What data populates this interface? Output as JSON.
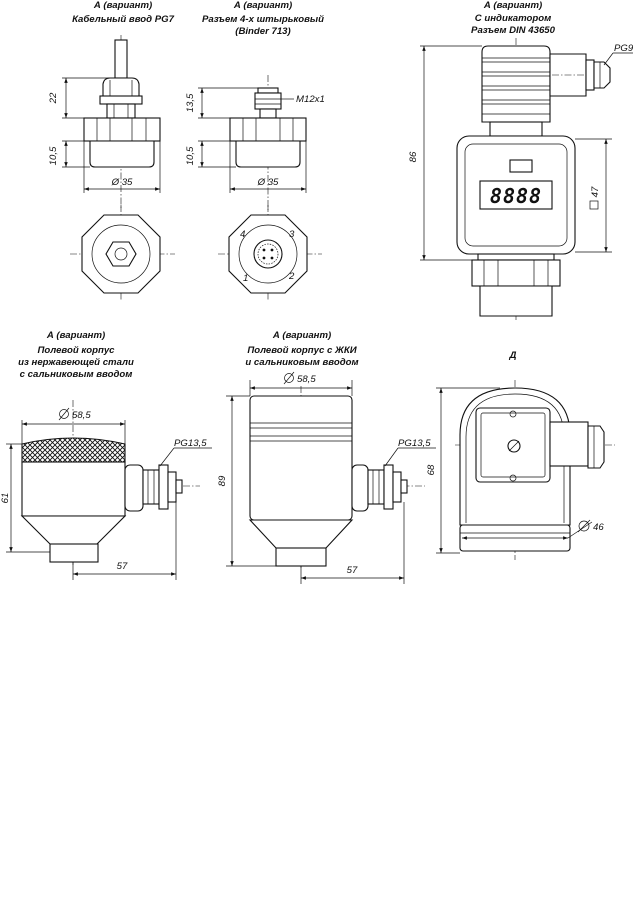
{
  "captions": {
    "v1_line1": "А (вариант)",
    "v1_line2": "Кабельный ввод PG7",
    "v2_line1": "А (вариант)",
    "v2_line2": "Разъем 4-х штырьковый",
    "v2_line3": "(Binder 713)",
    "v3_line1": "А (вариант)",
    "v3_line2": "С индикатором",
    "v3_line3": "Разъем DIN 43650",
    "v4_line1": "А (вариант)",
    "v4_line2": "Полевой корпус",
    "v4_line3": "из нержавеющей стали",
    "v4_line4": "с сальниковым вводом",
    "v5_line1": "А (вариант)",
    "v5_line2": "Полевой корпус с ЖКИ",
    "v5_line3": "и сальниковым вводом",
    "v6_line1": "Д"
  },
  "dims": {
    "v1_h1": "22",
    "v1_h2": "10,5",
    "v1_d": "Ø 35",
    "v2_h1": "13,5",
    "v2_h2": "10,5",
    "v2_d": "Ø 35",
    "v2_thread": "M12x1",
    "v2_pin1": "1",
    "v2_pin2": "2",
    "v2_pin3": "3",
    "v2_pin4": "4",
    "v3_pg": "PG9",
    "v3_h": "86",
    "v3_sq": "47",
    "v4_d": "58,5",
    "v4_pg": "PG13,5",
    "v4_h": "61",
    "v4_l": "57",
    "v5_d": "58,5",
    "v5_pg": "PG13,5",
    "v5_h": "89",
    "v5_l": "57",
    "v6_h": "68",
    "v6_d": "46"
  },
  "display": {
    "digits": "8888"
  }
}
